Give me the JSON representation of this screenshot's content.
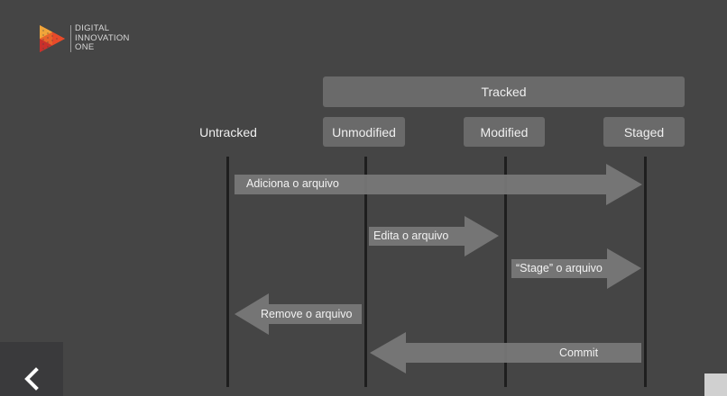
{
  "brand": {
    "lines": [
      "DIGITAL",
      "INNOVATION",
      "ONE"
    ]
  },
  "diagram": {
    "group_label": "Tracked",
    "states": {
      "untracked": "Untracked",
      "unmodified": "Unmodified",
      "modified": "Modified",
      "staged": "Staged"
    },
    "transitions": [
      {
        "label": "Adiciona o arquivo",
        "from": "Untracked",
        "to": "Staged"
      },
      {
        "label": "Edita o arquivo",
        "from": "Unmodified",
        "to": "Modified"
      },
      {
        "label": "“Stage” o arquivo",
        "from": "Modified",
        "to": "Staged"
      },
      {
        "label": "Remove o arquivo",
        "from": "Unmodified",
        "to": "Untracked"
      },
      {
        "label": "Commit",
        "from": "Staged",
        "to": "Unmodified"
      }
    ]
  },
  "colors": {
    "background": "#454545",
    "box": "#6a6a6a",
    "arrow": "#7a7a7a",
    "lifeline": "#1e1e1e"
  },
  "icons": {
    "logo": "play-triangle-logo-icon",
    "back": "chevron-left-icon"
  }
}
